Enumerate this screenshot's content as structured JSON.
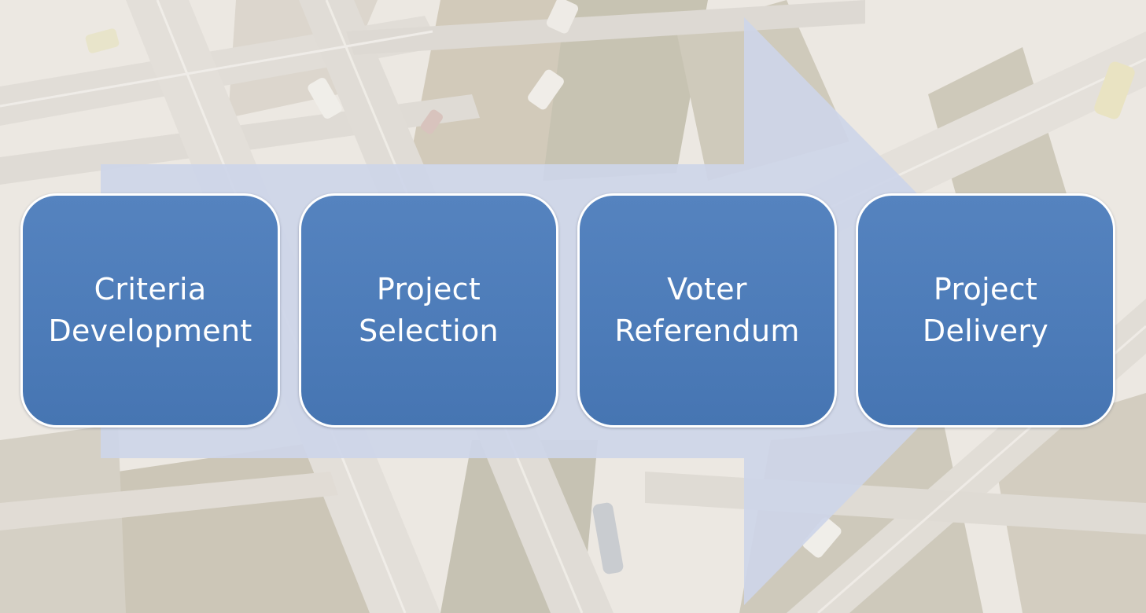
{
  "colors": {
    "stage_fill": "#4f7fbd",
    "stage_border": "#ffffff",
    "arrow_fill": "#cdd5e8",
    "label_text": "#ffffff",
    "background_wash": "#e9e4dc"
  },
  "background": {
    "image": "aerial-highway-photo"
  },
  "arrow": {
    "icon": "process-arrow"
  },
  "stages": [
    {
      "line1": "Criteria",
      "line2": "Development"
    },
    {
      "line1": "Project",
      "line2": "Selection"
    },
    {
      "line1": "Voter",
      "line2": "Referendum"
    },
    {
      "line1": "Project",
      "line2": "Delivery"
    }
  ]
}
